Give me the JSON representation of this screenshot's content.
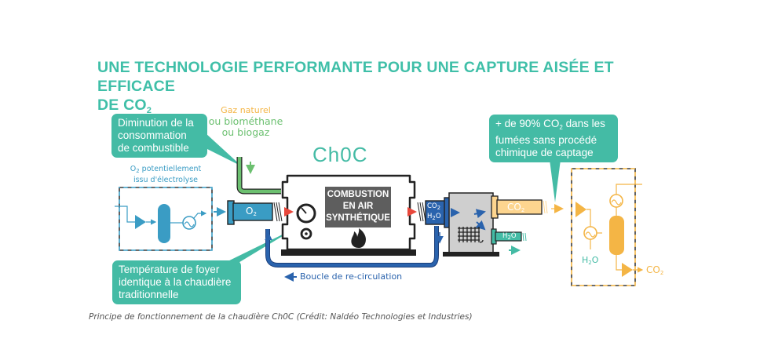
{
  "title": {
    "line1": "UNE TECHNOLOGIE PERFORMANTE POUR UNE CAPTURE AISÉE ET EFFICACE",
    "line2_main": "DE CO",
    "line2_sub": "2"
  },
  "callouts": {
    "fuel": {
      "line1": "Diminution de la",
      "line2": "consommation",
      "line3": "de combustible"
    },
    "temperature": {
      "line1": "Température de foyer",
      "line2": "identique à la chaudière",
      "line3": "traditionnelle"
    },
    "co2": {
      "line1_pre": "+ de 90% CO",
      "line1_sub": "2",
      "line1_post": " dans les",
      "line2": "fumées sans procédé",
      "line3": "chimique de captage"
    }
  },
  "gas_input": {
    "line1": "Gaz naturel",
    "line2": "ou biométhane",
    "line3": "ou biogaz"
  },
  "oxygen_source": {
    "pre": "O",
    "sub": "2",
    "post": " potentiellement",
    "line2": "issu d'électrolyse"
  },
  "logo": {
    "text": "Ch0C"
  },
  "combustion_label": {
    "line1": "COMBUSTION",
    "line2": "EN AIR",
    "line3": "SYNTHÉTIQUE"
  },
  "pipes": {
    "o2": {
      "main": "O",
      "sub": "2"
    },
    "flue_co2": {
      "main": "CO",
      "sub": "2"
    },
    "flue_h2o": {
      "main": "H",
      "sub": "2",
      "post": "O"
    },
    "co2_out": {
      "main": "CO",
      "sub": "2"
    },
    "h2o_out": {
      "main": "H",
      "sub": "2",
      "post": "O"
    }
  },
  "capture_unit": {
    "h2o": {
      "main": "H",
      "sub": "2",
      "post": "O"
    },
    "co2": {
      "main": "CO",
      "sub": "2"
    }
  },
  "recirculation": {
    "label": "Boucle de re-circulation"
  },
  "caption": "Principe de fonctionnement de la chaudière Ch0C (Crédit: Naldéo Technologies et Industries)",
  "colors": {
    "teal": "#44bba5",
    "green": "#6cc070",
    "orange": "#f4b545",
    "light_orange": "#fdd58f",
    "blue": "#3a9cc4",
    "dark_blue": "#2a63ad",
    "red": "#e8473b",
    "gray": "#5e5e5e"
  }
}
